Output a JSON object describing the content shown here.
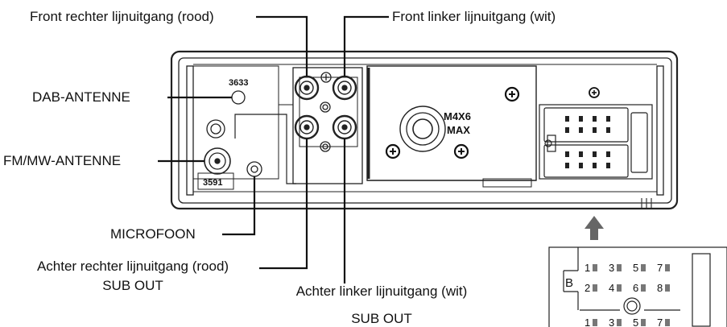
{
  "labels": {
    "front_right": "Front rechter lijnuitgang (rood)",
    "front_left": "Front linker lijnuitgang (wit)",
    "dab": "DAB-ANTENNE",
    "fmmw": "FM/MW-ANTENNE",
    "mic": "MICROFOON",
    "rear_right_1": "Achter rechter lijnuitgang (rood)",
    "rear_right_2": "SUB OUT",
    "rear_left_1": "Achter linker lijnuitgang (wit)",
    "rear_left_2": "SUB OUT"
  },
  "panel": {
    "code_top": "3633",
    "code_bottom": "3591",
    "screw_text_1": "M4X6",
    "screw_text_2": "MAX"
  },
  "connector": {
    "letter": "B",
    "row1": [
      "1",
      "3",
      "5",
      "7"
    ],
    "row2": [
      "2",
      "4",
      "6",
      "8"
    ],
    "row3": [
      "1",
      "3",
      "5",
      "7"
    ]
  }
}
